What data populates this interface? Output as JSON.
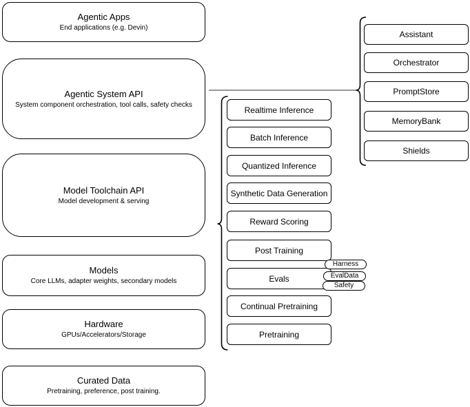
{
  "diagram": {
    "left_stack": [
      {
        "title": "Agentic Apps",
        "subtitle": "End applications (e.g. Devin)"
      },
      {
        "title": "Agentic System API",
        "subtitle": "System component orchestration, tool calls, safety checks"
      },
      {
        "title": "Model Toolchain API",
        "subtitle": "Model development & serving"
      },
      {
        "title": "Models",
        "subtitle": "Core LLMs, adapter weights, secondary models"
      },
      {
        "title": "Hardware",
        "subtitle": "GPUs/Accelerators/Storage"
      },
      {
        "title": "Curated Data",
        "subtitle": "Pretraining, preference, post training."
      }
    ],
    "toolchain_items": [
      "Realtime Inference",
      "Batch Inference",
      "Quantized Inference",
      "Synthetic Data Generation",
      "Reward Scoring",
      "Post Training",
      "Evals",
      "Continual Pretraining",
      "Pretraining"
    ],
    "agentic_items": [
      "Assistant",
      "Orchestrator",
      "PromptStore",
      "MemoryBank",
      "Shields"
    ],
    "eval_tags": [
      "Harness",
      "EvalData",
      "Safety"
    ],
    "colors": {
      "stroke": "#000000",
      "connector": "#777777",
      "background": "#ffffff"
    }
  }
}
